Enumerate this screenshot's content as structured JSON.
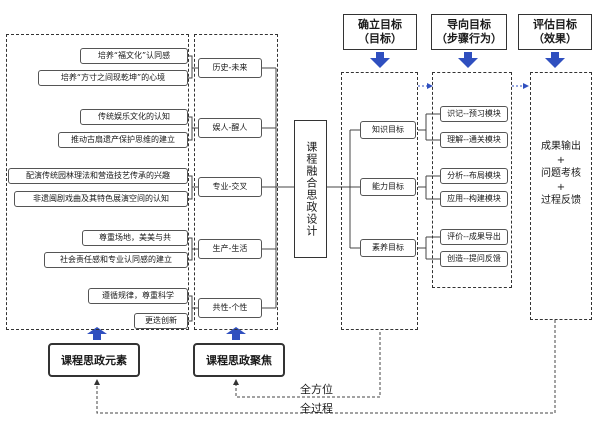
{
  "headers": {
    "establish": {
      "title": "确立目标",
      "sub": "（目标）"
    },
    "guide": {
      "title": "导向目标",
      "sub": "（步骤行为）"
    },
    "evaluate": {
      "title": "评估目标",
      "sub": "（效果）"
    }
  },
  "elements": [
    "培养“福文化”认同感",
    "培养“方寸之间现乾坤”的心境",
    "传统娱乐文化的认知",
    "推动古扇遗产保护思维的建立",
    "配演传统园林理法和营造技艺传承的兴趣",
    "非遗闽剧戏曲及其特色展演空间的认知",
    "尊重场地，美美与共",
    "社会责任感和专业认同感的建立",
    "遵循规律，尊重科学",
    "更迭创新"
  ],
  "focus": [
    "历史-未来",
    "娱人-醒人",
    "专业-交叉",
    "生产-生活",
    "共性-个性"
  ],
  "center_title": "课程融合思政设计",
  "goals": [
    "知识目标",
    "能力目标",
    "素养目标"
  ],
  "modules": [
    "识记--预习模块",
    "理解--通关模块",
    "分析--布局模块",
    "应用--构建模块",
    "评价--成果导出",
    "创造--提问反馈"
  ],
  "evaluation": [
    "成果输出",
    "+",
    "问题考核",
    "+",
    "过程反馈"
  ],
  "bottom": {
    "elements_label": "课程思政元素",
    "focus_label": "课程思政聚焦"
  },
  "loops": {
    "all_direction": "全方位",
    "whole_process": "全过程"
  }
}
